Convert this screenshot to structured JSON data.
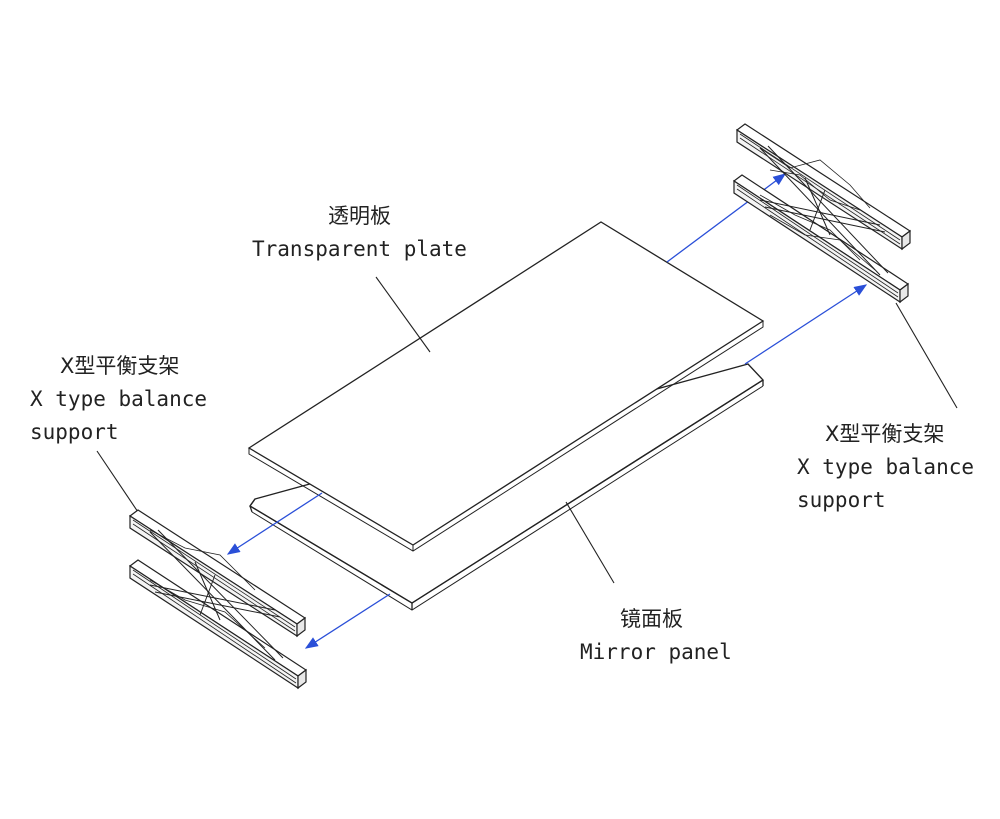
{
  "labels": {
    "transparent_plate": {
      "cn": "透明板",
      "en": "Transparent plate"
    },
    "left_support": {
      "cn": "X型平衡支架",
      "en_line1": "X type balance",
      "en_line2": "support"
    },
    "right_support": {
      "cn": "X型平衡支架",
      "en_line1": "X type balance",
      "en_line2": "support"
    },
    "mirror_panel": {
      "cn": "镜面板",
      "en": "Mirror panel"
    }
  },
  "colors": {
    "line": "#222222",
    "arrow": "#2a4fd8",
    "plate_fill": "#ffffff"
  }
}
